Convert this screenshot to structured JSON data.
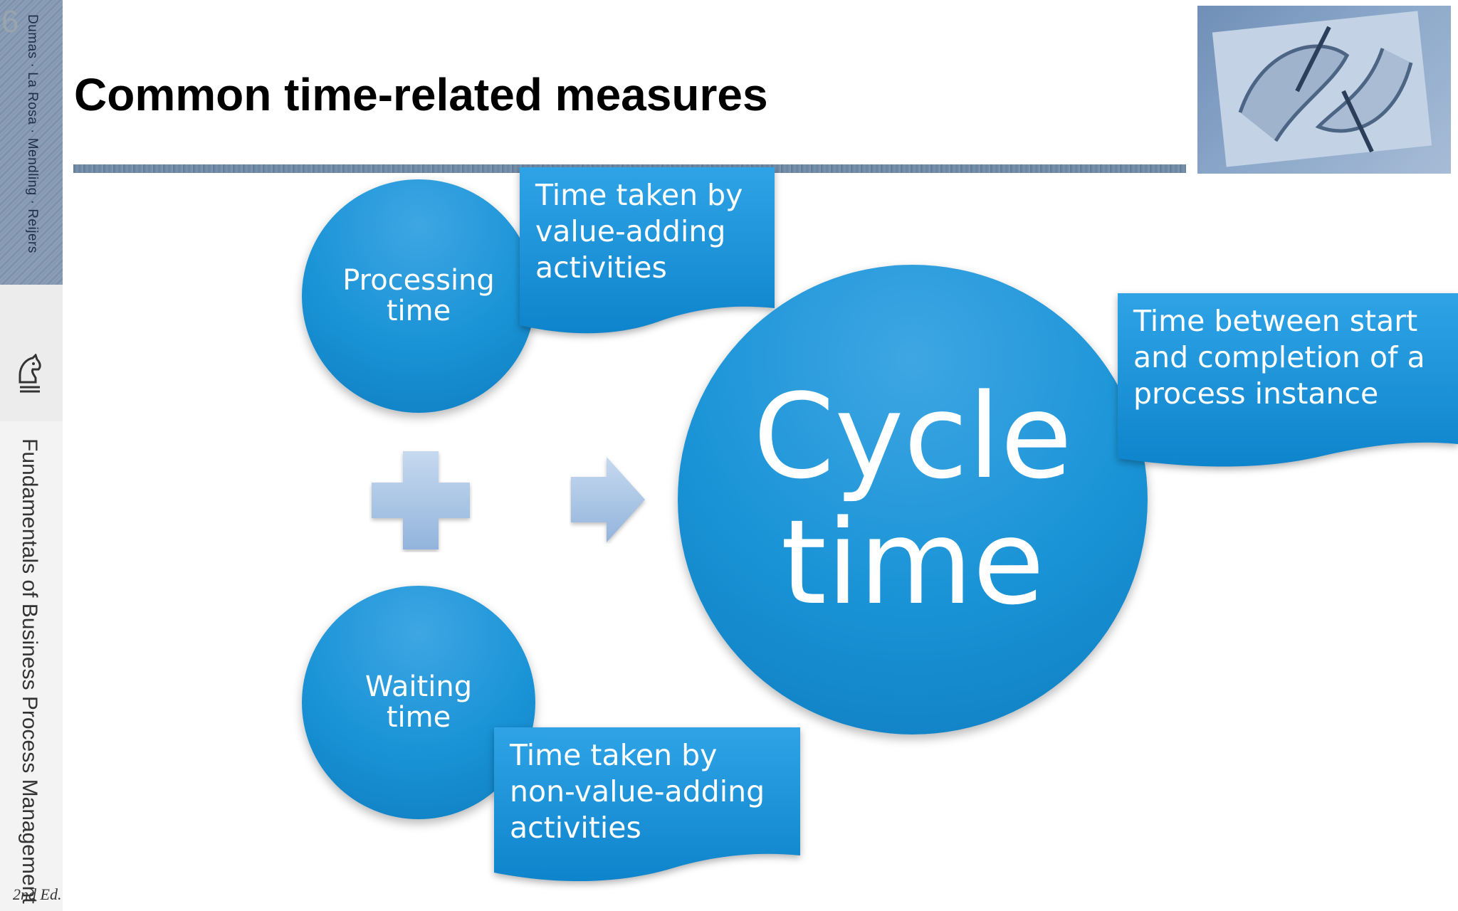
{
  "slide": {
    "number": "6",
    "title": "Common time-related measures"
  },
  "book": {
    "authors": "Dumas · La Rosa · Mendling · Reijers",
    "title": "Fundamentals of Business Process Management",
    "edition": "2nd Ed."
  },
  "diagram": {
    "processing": {
      "label_line1": "Processing",
      "label_line2": "time",
      "callout": [
        "Time taken by",
        "value-adding",
        "activities"
      ]
    },
    "waiting": {
      "label_line1": "Waiting",
      "label_line2": "time",
      "callout": [
        "Time taken by",
        "non-value-adding",
        "activities"
      ]
    },
    "cycle": {
      "label_line1": "Cycle",
      "label_line2": "time",
      "callout": [
        "Time between start",
        "and completion of a",
        "process instance"
      ]
    },
    "operator_plus_icon": "plus-icon",
    "operator_result_icon": "arrow-right-icon"
  },
  "colors": {
    "circle": "#1993d6",
    "callout": "#1990d5",
    "operator": "#a9c4e4",
    "header_rule": "#6f88a6"
  }
}
